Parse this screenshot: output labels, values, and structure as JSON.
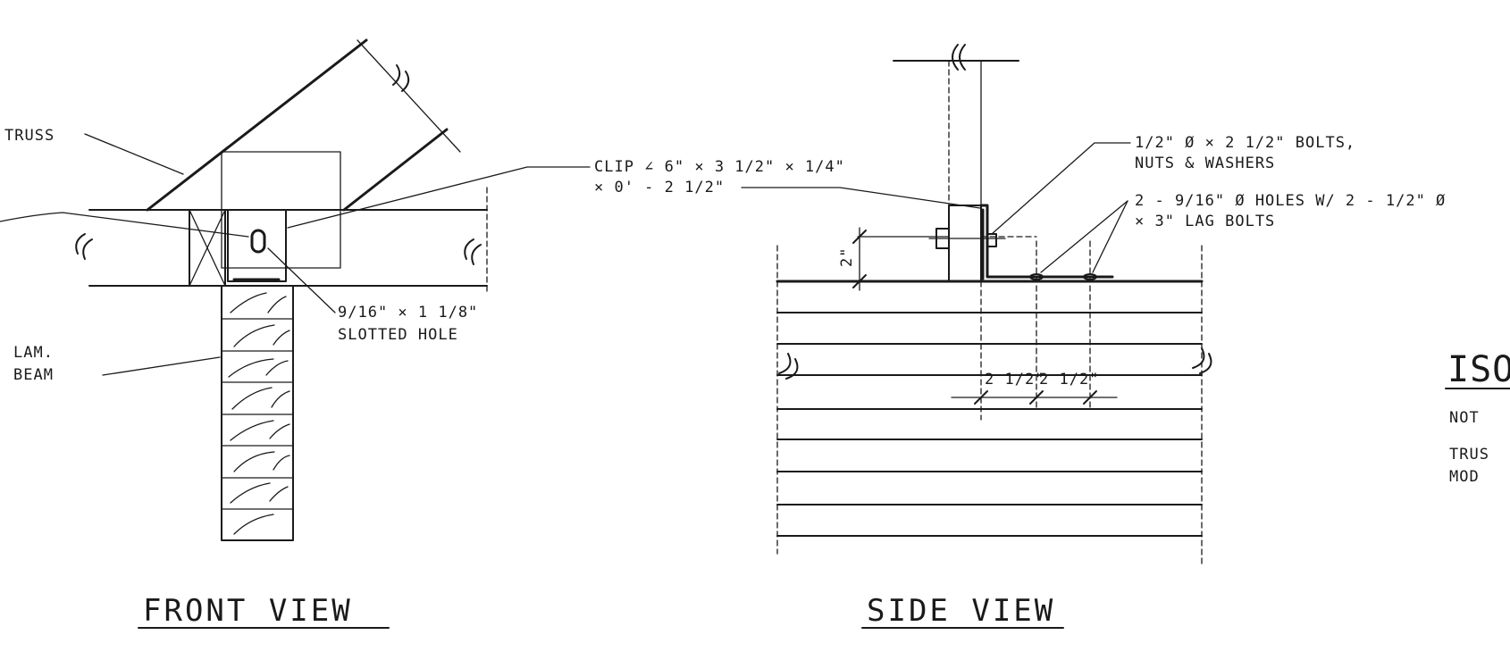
{
  "front_view": {
    "title": "FRONT VIEW",
    "labels": {
      "truss": "TRUSS",
      "lam_beam_line1": "LAM.",
      "lam_beam_line2": "BEAM",
      "slot_line1": "9/16\" × 1 1/8\"",
      "slot_line2": "SLOTTED HOLE"
    }
  },
  "side_view": {
    "title": "SIDE VIEW",
    "labels": {
      "clip_line1": "CLIP ∠ 6\" × 3 1/2\" × 1/4\"",
      "clip_line2": "× 0' - 2 1/2\"",
      "bolts_line1": "1/2\" Ø × 2 1/2\" BOLTS,",
      "bolts_line2": "NUTS & WASHERS",
      "holes_line1": "2 - 9/16\" Ø HOLES W/ 2 - 1/2\" Ø",
      "holes_line2": "× 3\" LAG BOLTS",
      "dim_vertical": "2\"",
      "dim_left": "2 1/2\"",
      "dim_right": "2 1/2\""
    }
  },
  "iso": {
    "title_partial": "ISO",
    "note_line1": "NOT",
    "note_line2": "TRUS",
    "note_line3": "MOD"
  }
}
